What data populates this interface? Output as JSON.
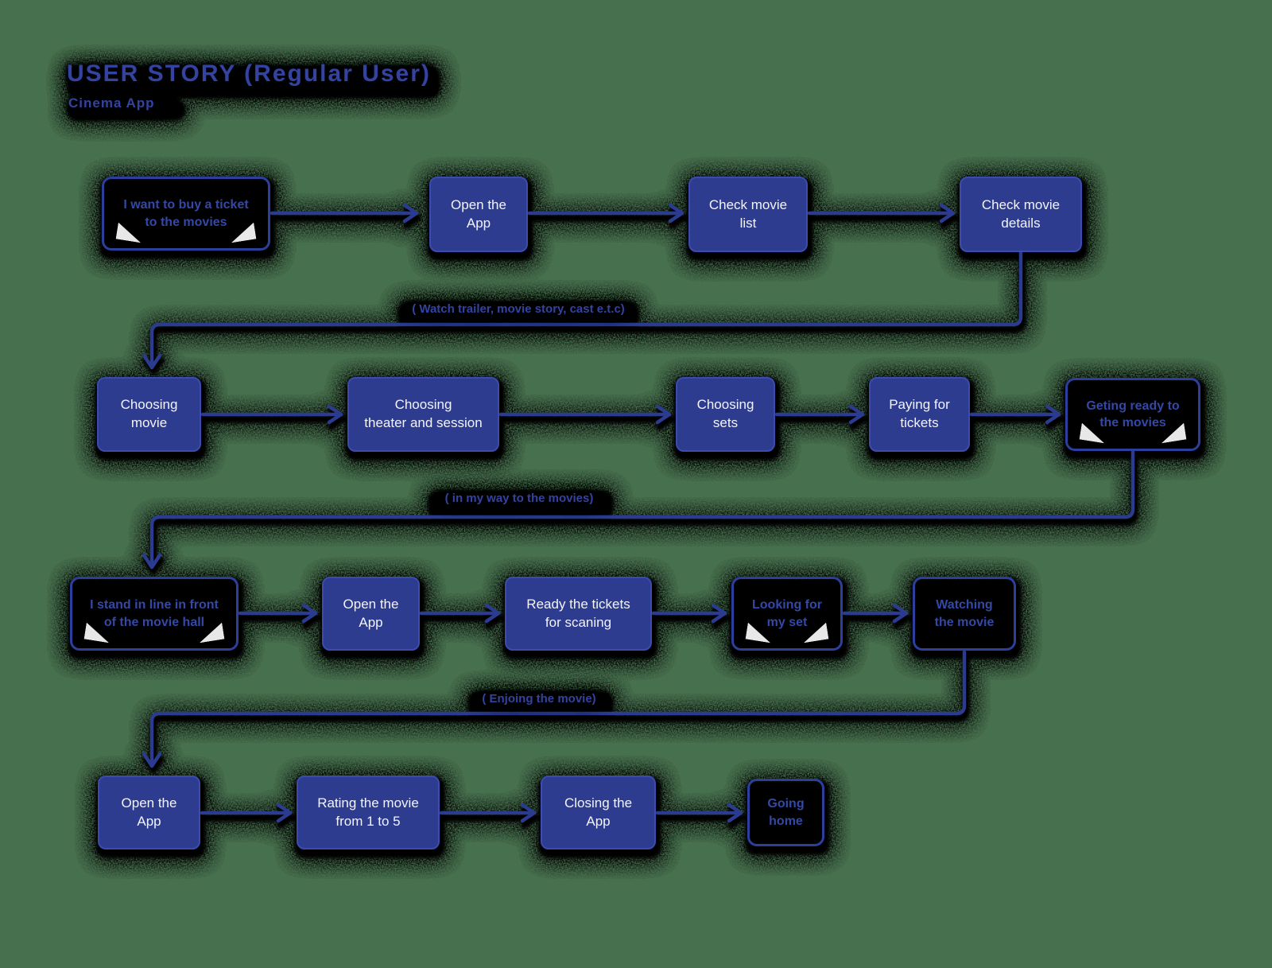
{
  "title": {
    "text": "USER STORY (Regular User)",
    "subtitle": "Cinema App"
  },
  "colors": {
    "background": "#47704e",
    "box_fill": "#2e3c90",
    "box_border": "#2c3f9c",
    "arrow": "#2b3b8f",
    "box_text_light": "#f3f4f8",
    "accent_blue_text": "#33439f"
  },
  "flow_labels": {
    "watch_trailer": "( Watch trailer, movie story, cast e.t.c)",
    "on_my_way": "( in my way to the movies)",
    "enjoying": "( Enjoing the movie)"
  },
  "flow": {
    "row1": {
      "story_start": "I want to buy a ticket\nto the movies",
      "open_app": "Open the\nApp",
      "check_movie_list": "Check movie\nlist",
      "check_movie_details": "Check movie\ndetails"
    },
    "row2": {
      "choosing_movie": "Choosing\nmovie",
      "choosing_theater": "Choosing\ntheater and session",
      "choosing_sets": "Choosing\nsets",
      "paying_for_tickets": "Paying for\ntickets",
      "getting_ready": "Geting ready to\nthe movies"
    },
    "row3": {
      "stand_in_line": "I stand in line in front\nof the movie hall",
      "open_app": "Open the\nApp",
      "ready_tickets": "Ready the tickets\nfor scaning",
      "looking_for_set": "Looking for\nmy set",
      "watching_movie": "Watching\nthe movie"
    },
    "row4": {
      "open_app": "Open the\nApp",
      "rating_movie": "Rating the movie\nfrom 1 to 5",
      "closing_app": "Closing the\nApp",
      "going_home": "Going\nhome"
    }
  }
}
